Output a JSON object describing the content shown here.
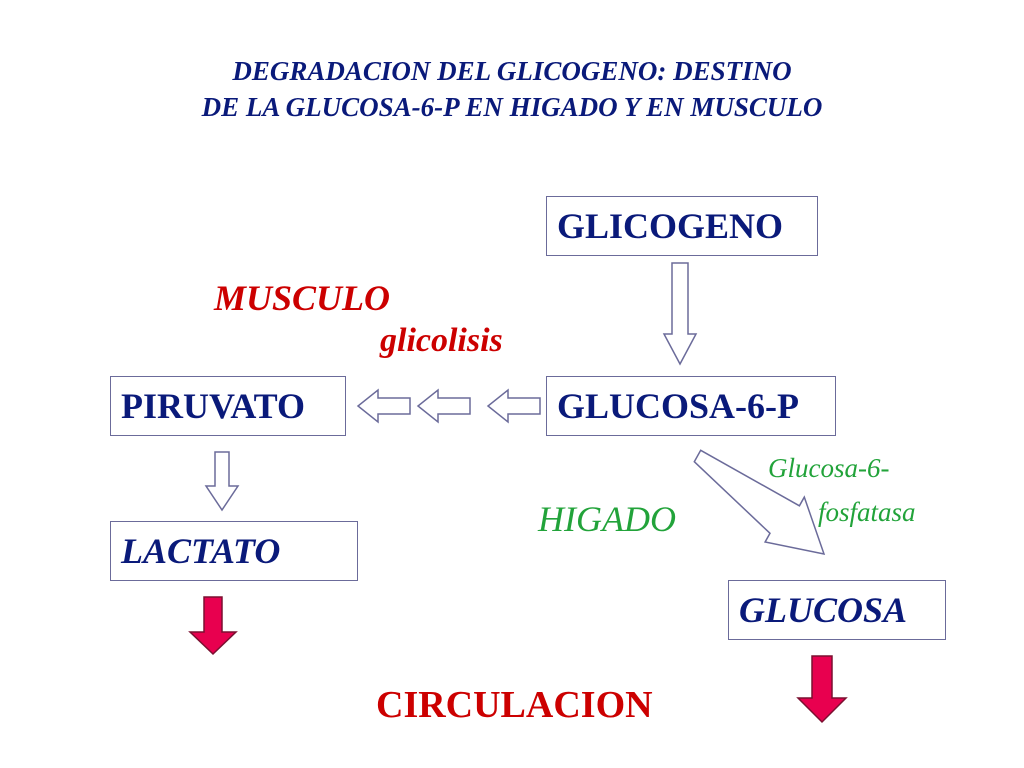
{
  "title": {
    "line1": "DEGRADACION  DEL GLICOGENO: DESTINO",
    "line2": "DE  LA  GLUCOSA-6-P  EN  HIGADO  Y  EN  MUSCULO"
  },
  "nodes": {
    "glicogeno": "GLICOGENO",
    "glucosa6p": "GLUCOSA-6-P",
    "piruvato": "PIRUVATO",
    "lactato": "LACTATO",
    "glucosa": "GLUCOSA"
  },
  "labels": {
    "musculo": "MUSCULO",
    "glicolisis": "glicolisis",
    "higado": "HIGADO",
    "enzyme_line1": "Glucosa-6-",
    "enzyme_line2": "fosfatasa",
    "circulacion": "CIRCULACION"
  },
  "colors": {
    "title": "#0a1a7a",
    "node_text": "#0a1a7a",
    "musculo": "#cc0000",
    "higado": "#22a33a",
    "circulation_arrow": "#e8004f",
    "outline_arrow": "#6b6b9a"
  }
}
